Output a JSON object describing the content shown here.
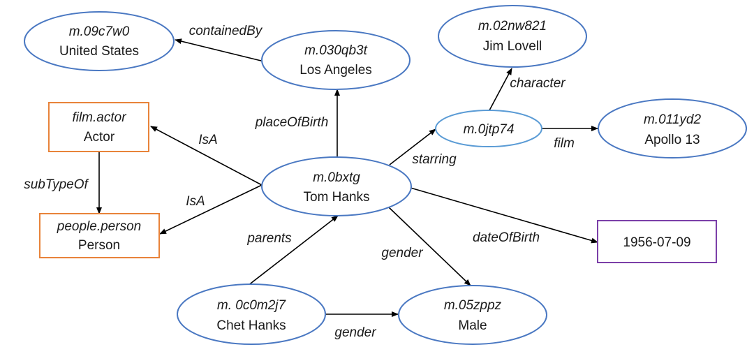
{
  "colors": {
    "entity_stroke": "#4A78C2",
    "class_stroke": "#E8833A",
    "literal_stroke": "#7B3FA8",
    "edge": "#000000"
  },
  "nodes": {
    "united_states": {
      "id": "m.09c7w0",
      "name": "United States"
    },
    "los_angeles": {
      "id": "m.030qb3t",
      "name": "Los Angeles"
    },
    "jim_lovell": {
      "id": "m.02nw821",
      "name": "Jim Lovell"
    },
    "film_actor": {
      "id": "film.actor",
      "name": "Actor"
    },
    "jtp74": {
      "id": "m.0jtp74"
    },
    "apollo_13": {
      "id": "m.011yd2",
      "name": "Apollo 13"
    },
    "tom_hanks": {
      "id": "m.0bxtg",
      "name": "Tom Hanks"
    },
    "people_person": {
      "id": "people.person",
      "name": "Person"
    },
    "date_of_birth": {
      "value": "1956-07-09"
    },
    "chet_hanks": {
      "id": "m. 0c0m2j7",
      "name": "Chet Hanks"
    },
    "male": {
      "id": "m.05zppz",
      "name": "Male"
    }
  },
  "edges": {
    "contained_by": "containedBy",
    "place_of_birth": "placeOfBirth",
    "character": "character",
    "starring": "starring",
    "film": "film",
    "isa_actor": "IsA",
    "isa_person": "IsA",
    "sub_type_of": "subTypeOf",
    "date_of_birth": "dateOfBirth",
    "parents": "parents",
    "gender_tom": "gender",
    "gender_chet": "gender"
  }
}
